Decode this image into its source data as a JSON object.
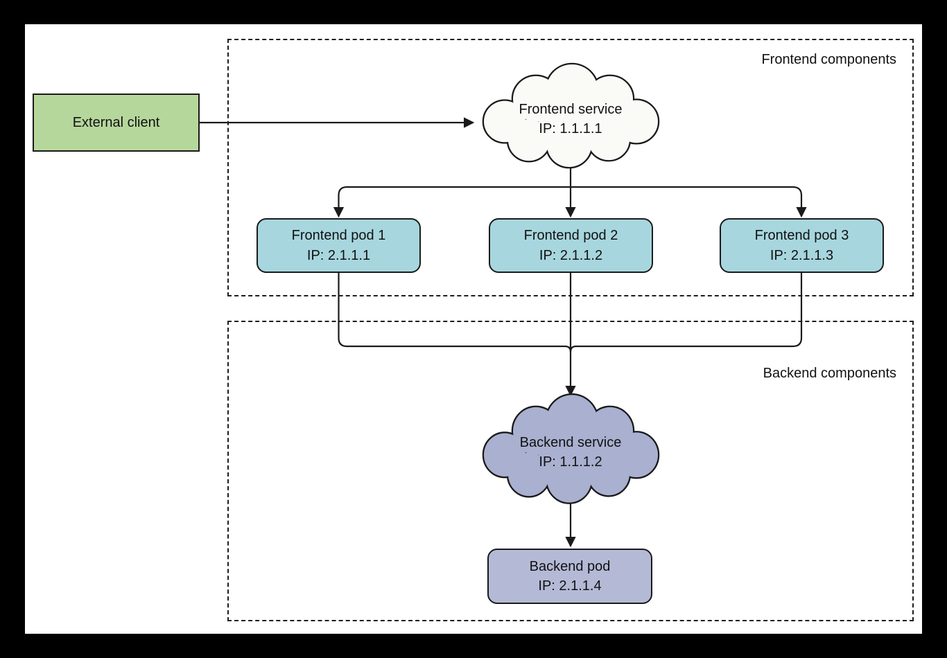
{
  "external_client": {
    "label": "External client"
  },
  "frontend_group": {
    "label": "Frontend components",
    "service": {
      "name": "Frontend service",
      "ip": "IP: 1.1.1.1"
    },
    "pods": [
      {
        "name": "Frontend pod 1",
        "ip": "IP: 2.1.1.1"
      },
      {
        "name": "Frontend pod 2",
        "ip": "IP: 2.1.1.2"
      },
      {
        "name": "Frontend pod 3",
        "ip": "IP: 2.1.1.3"
      }
    ]
  },
  "backend_group": {
    "label": "Backend components",
    "service": {
      "name": "Backend service",
      "ip": "IP: 1.1.1.2"
    },
    "pod": {
      "name": "Backend pod",
      "ip": "IP: 2.1.1.4"
    }
  },
  "colors": {
    "external_client_fill": "#b6d79c",
    "frontend_pod_fill": "#a7d6de",
    "frontend_service_fill": "#fafaf7",
    "backend_service_fill": "#a9b0d0",
    "backend_pod_fill": "#b4bad6",
    "line": "#1a1a1a",
    "background": "#000000",
    "canvas": "#ffffff"
  }
}
